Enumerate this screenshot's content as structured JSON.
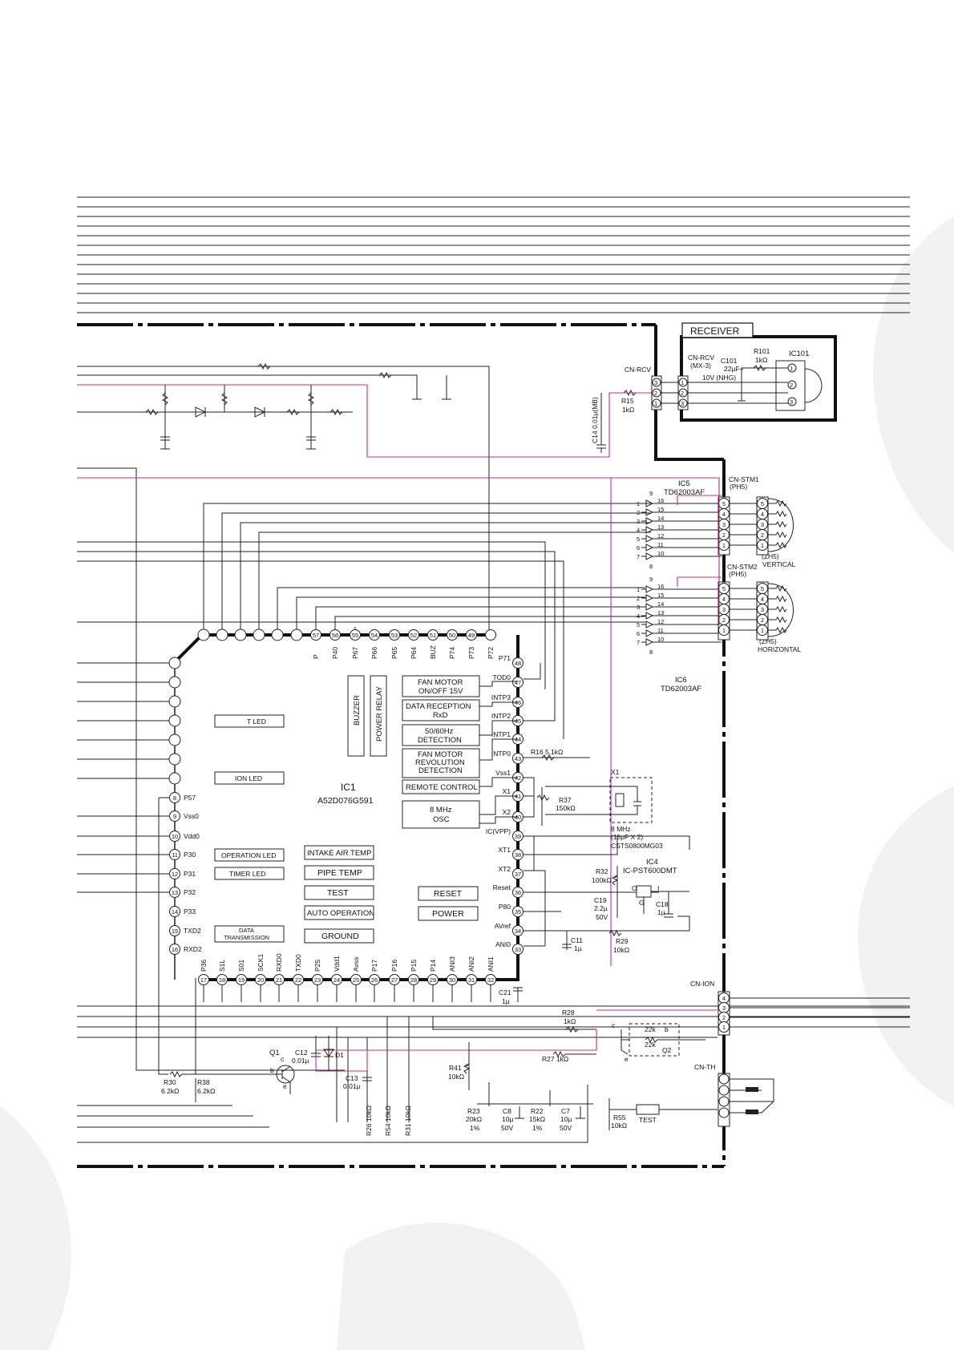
{
  "receiver": {
    "title": "RECEIVER",
    "cn_rcv_outer": "CN-RCV",
    "cn_rcv_inner": "CN-RCV",
    "cn_rcv_type": "(MX-3)",
    "c101": "C101",
    "c101_value": "22µF+",
    "c101_rating": "10V (NHG)",
    "r101": "R101",
    "r101_value": "1kΩ",
    "ic101": "IC101",
    "r15": "R15",
    "r15_value": "1kΩ",
    "c14": "C14  0.01µ(MB)"
  },
  "ic1": {
    "name": "IC1",
    "part": "A52D076G591",
    "top_pins": [
      {
        "num": "57",
        "label": "P"
      },
      {
        "num": "56",
        "label": "P40"
      },
      {
        "num": "55",
        "label": "P67"
      },
      {
        "num": "54",
        "label": "P66"
      },
      {
        "num": "53",
        "label": "P65"
      },
      {
        "num": "52",
        "label": "P64"
      },
      {
        "num": "51",
        "label": "BUZ"
      },
      {
        "num": "50",
        "label": "P74"
      },
      {
        "num": "49",
        "label": "P73"
      },
      {
        "num": "",
        "label": "P72"
      }
    ],
    "right_pins": [
      {
        "num": "48",
        "label": "P71"
      },
      {
        "num": "47",
        "label": "TOD0"
      },
      {
        "num": "46",
        "label": "INTP3"
      },
      {
        "num": "45",
        "label": "INTP2"
      },
      {
        "num": "44",
        "label": "INTP1"
      },
      {
        "num": "43",
        "label": "INTP0"
      },
      {
        "num": "42",
        "label": "Vss1"
      },
      {
        "num": "41",
        "label": "X1"
      },
      {
        "num": "40",
        "label": "X2"
      },
      {
        "num": "39",
        "label": "IC(VPP)"
      },
      {
        "num": "38",
        "label": "XT1"
      },
      {
        "num": "37",
        "label": "XT2"
      },
      {
        "num": "36",
        "label": "Reset"
      },
      {
        "num": "35",
        "label": "P80"
      },
      {
        "num": "34",
        "label": "AVref"
      },
      {
        "num": "33",
        "label": "ANI0"
      }
    ],
    "left_pins": [
      {
        "num": "8",
        "label": "P57"
      },
      {
        "num": "9",
        "label": "Vss0"
      },
      {
        "num": "10",
        "label": "Vdd0"
      },
      {
        "num": "11",
        "label": "P30"
      },
      {
        "num": "12",
        "label": "P31"
      },
      {
        "num": "13",
        "label": "P32"
      },
      {
        "num": "14",
        "label": "P33"
      },
      {
        "num": "15",
        "label": "TXD2"
      },
      {
        "num": "16",
        "label": "RXD2"
      }
    ],
    "bottom_pins": [
      {
        "num": "17",
        "label": "P36"
      },
      {
        "num": "18",
        "label": "S1L"
      },
      {
        "num": "19",
        "label": "S01"
      },
      {
        "num": "20",
        "label": "SCK1"
      },
      {
        "num": "21",
        "label": "RXD0"
      },
      {
        "num": "22",
        "label": "TXD0"
      },
      {
        "num": "23",
        "label": "P25"
      },
      {
        "num": "24",
        "label": "Vdd1"
      },
      {
        "num": "25",
        "label": "Avss"
      },
      {
        "num": "26",
        "label": "P17"
      },
      {
        "num": "27",
        "label": "P16"
      },
      {
        "num": "28",
        "label": "P15"
      },
      {
        "num": "29",
        "label": "P14"
      },
      {
        "num": "30",
        "label": "ANI3"
      },
      {
        "num": "31",
        "label": "ANI2"
      },
      {
        "num": "32",
        "label": "ANI1"
      }
    ]
  },
  "functions": {
    "buzzer": "BUZZER",
    "power_relay": "POWER RELAY",
    "fan_onoff_1": "FAN MOTOR",
    "fan_onoff_2": "ON/OFF 15V",
    "data_rx_1": "DATA RECEPTION",
    "data_rx_2": "RxD",
    "hz_1": "50/60Hz",
    "hz_2": "DETECTION",
    "fan_rev_1": "FAN MOTOR",
    "fan_rev_2": "REVOLUTION",
    "fan_rev_3": "DETECTION",
    "remote": "REMOTE CONTROL",
    "osc_1": "8 MHz",
    "osc_2": "OSC",
    "t_led": "T LED",
    "ion_led": "ION LED",
    "op_led": "OPERATION LED",
    "timer_led": "TIMER LED",
    "data_tx_1": "DATA",
    "data_tx_2": "TRANSMISSION",
    "intake": "INTAKE AIR TEMP",
    "pipe": "PIPE TEMP",
    "test": "TEST",
    "auto": "AUTO OPERATION",
    "ground": "GROUND",
    "reset": "RESET",
    "power": "POWER"
  },
  "stepper": {
    "ic5": "IC5",
    "ic5_part": "TD62003AF",
    "ic6": "IC6",
    "ic6_part": "TD62003AF",
    "cn_stm1": "CN-STM1",
    "cn_stm1_type": "(PH5)",
    "cn_stm2": "CN-STM2",
    "cn_stm2_type": "(PH5)",
    "zh5_a": "(ZH5)",
    "vertical": "VERTICAL",
    "zh5_b": "(ZH5)",
    "horizontal": "HORIZONTAL",
    "connector_pins": [
      "5",
      "4",
      "3",
      "2",
      "1"
    ],
    "driver_in": [
      "1",
      "2",
      "3",
      "4",
      "5",
      "6",
      "7"
    ],
    "driver_out": [
      "16",
      "15",
      "14",
      "13",
      "12",
      "11",
      "10"
    ],
    "driver_vcc": "9",
    "driver_gnd": "8"
  },
  "components": {
    "r16": "R16  5.1kΩ",
    "r37": "R37",
    "r37_value": "150kΩ",
    "x1": "X1",
    "x1_freq": "8 MHz",
    "x1_cap": "(15pF X 2)",
    "x1_part": "CSTS0800MG03",
    "ic4": "IC4",
    "ic4_part": "IC-PST600DMT",
    "ic4_o": "O",
    "ic4_i": "I",
    "ic4_g": "G",
    "r32": "R32",
    "r32_value": "100kΩ",
    "c19": "C19",
    "c19_value": "2.2µ",
    "c19_rating": "50V",
    "c18": "C18",
    "c18_value": "1µ",
    "c11": "C11",
    "c11_value": "1µ",
    "r29": "R29",
    "r29_value": "10kΩ",
    "c21": "C21",
    "c21_value": "1µ",
    "r28": "R28",
    "r28_value": "1kΩ",
    "r27": "R27  1kΩ",
    "q2": "Q2",
    "q2_r1": "22k",
    "q2_r2": "22k",
    "q2_b": "b",
    "q2_c": "c",
    "q2_e": "e",
    "r41": "R41",
    "r41_value": "10kΩ",
    "q1": "Q1",
    "q1_b": "b",
    "q1_c": "c",
    "q1_e": "e",
    "c12": "C12",
    "c12_value": "0.01µ",
    "d1": "D1",
    "c13": "C13",
    "c13_value": "0.01µ",
    "r30": "R30",
    "r30_value": "6.2kΩ",
    "r38": "R38",
    "r38_value": "6.2kΩ",
    "r26": "R26 10kΩ",
    "r54": "R54 10kΩ",
    "r31": "R31 10kΩ",
    "r23": "R23",
    "r23_value": "20kΩ",
    "r23_tol": "1%",
    "c8": "C8",
    "c8_value": "10µ",
    "c8_rating": "50V",
    "r22": "R22",
    "r22_value": "15kΩ",
    "r22_tol": "1%",
    "c7": "C7",
    "c7_value": "10µ",
    "c7_rating": "50V",
    "r55": "R55",
    "r55_value": "10kΩ",
    "test_sw": "TEST",
    "cn_ion": "CN-ION",
    "cn_ion_pins": [
      "4",
      "3",
      "2",
      "1"
    ],
    "cn_th": "CN-TH"
  },
  "colors": {
    "wire": "#222222",
    "magenta_wire": "#c0308c",
    "border": "#111111"
  }
}
